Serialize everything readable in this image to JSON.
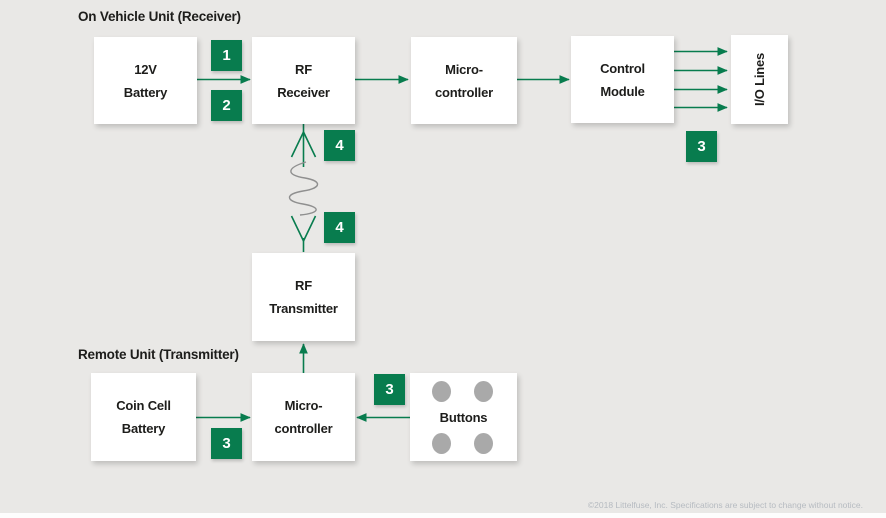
{
  "section_titles": {
    "receiver": "On Vehicle Unit (Receiver)",
    "transmitter": "Remote Unit (Transmitter)"
  },
  "blocks": {
    "battery_12v": {
      "line1": "12V",
      "line2": "Battery"
    },
    "rf_receiver": {
      "line1": "RF",
      "line2": "Receiver"
    },
    "microcontroller_receiver": {
      "line1": "Micro-",
      "line2": "controller"
    },
    "control_module": {
      "line1": "Control",
      "line2": "Module"
    },
    "io_lines": {
      "label": "I/O Lines"
    },
    "rf_transmitter": {
      "line1": "RF",
      "line2": "Transmitter"
    },
    "coin_cell_battery": {
      "line1": "Coin Cell",
      "line2": "Battery"
    },
    "microcontroller_remote": {
      "line1": "Micro-",
      "line2": "controller"
    },
    "buttons": {
      "label": "Buttons"
    }
  },
  "badges": {
    "badge_1": "1",
    "badge_2": "2",
    "badge_4_receiver": "4",
    "badge_4_transmitter": "4",
    "badge_3_io": "3",
    "badge_3_coin": "3",
    "badge_3_buttons": "3"
  },
  "connections": {
    "battery_to_rf_receiver": "12V Battery → RF Receiver",
    "rf_receiver_to_micro": "RF Receiver → Micro-controller",
    "micro_to_control_module": "Micro-controller → Control Module",
    "control_module_to_io": "Control Module → I/O Lines (4 lines)",
    "rf_link": "RF Transmitter ~ RF Receiver (antenna wireless link)",
    "micro_to_rf_transmitter": "Micro-controller → RF Transmitter",
    "coin_cell_to_micro": "Coin Cell Battery → Micro-controller",
    "buttons_to_micro": "Buttons → Micro-controller"
  },
  "footer": {
    "copyright": "©2018 Littelfuse, Inc. Specifications are subject to change without notice."
  },
  "colors": {
    "accent_green": "#087c4e",
    "background": "#e9e8e6",
    "box_white": "#ffffff",
    "wave_gray": "#8f8f8f",
    "button_gray": "#a9a9a9",
    "footer_gray": "#b6bbc1",
    "text_dark": "#1d1d1b"
  }
}
